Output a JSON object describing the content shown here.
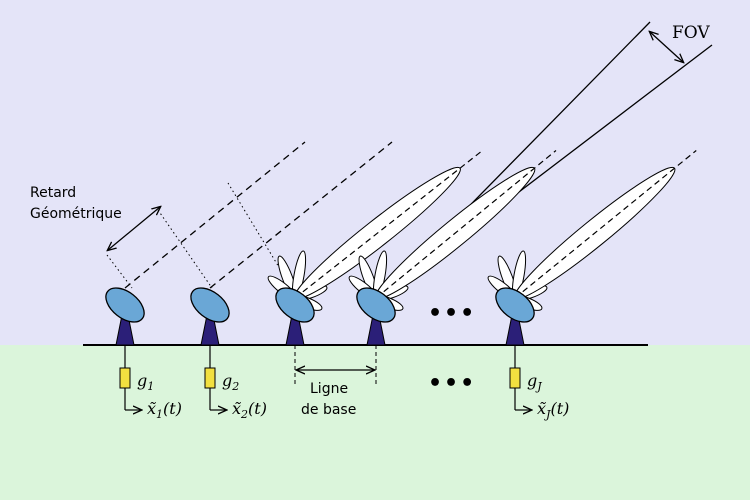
{
  "colors": {
    "sky": "#e4e4f8",
    "ground": "#dbf5db",
    "dish": "#6aa7d6",
    "mount": "#2b1f78",
    "gain_box": "#f2e040"
  },
  "labels": {
    "fov": "FOV",
    "retard_line1": "Retard",
    "retard_line2": "Géométrique",
    "baseline_line1": "Ligne",
    "baseline_line2": "de base",
    "ellipsis": "•••"
  },
  "antennas": [
    {
      "gain": "g",
      "gain_sub": "1",
      "signal": "x̃",
      "signal_sub": "1",
      "signal_suffix": "(t)",
      "has_lobes": false
    },
    {
      "gain": "g",
      "gain_sub": "2",
      "signal": "x̃",
      "signal_sub": "2",
      "signal_suffix": "(t)",
      "has_lobes": false
    },
    {
      "has_lobes": true
    },
    {
      "has_lobes": true
    },
    {
      "gain": "g",
      "gain_sub": "J",
      "signal": "x̃",
      "signal_sub": "J",
      "signal_suffix": "(t)",
      "has_lobes": true
    }
  ]
}
